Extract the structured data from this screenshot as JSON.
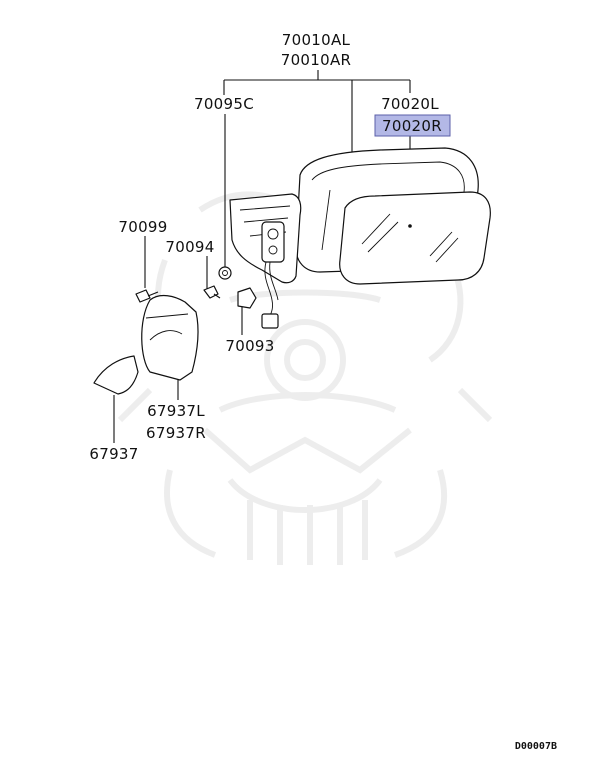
{
  "diagram": {
    "doc_code": "D00007B",
    "labels": {
      "assembly_l": "70010AL",
      "assembly_r": "70010AR",
      "part_70095c": "70095C",
      "glass_l": "70020L",
      "glass_r": "70020R",
      "part_70099": "70099",
      "part_70094": "70094",
      "part_70093": "70093",
      "cover_l": "67937L",
      "cover_r": "67937R",
      "cap": "67937"
    },
    "colors": {
      "highlight_fill": "#b3b8e6",
      "highlight_border": "#5b5fa8",
      "watermark": "#ececec"
    }
  }
}
